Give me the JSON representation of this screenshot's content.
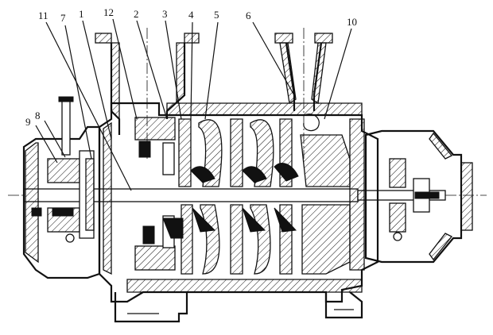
{
  "callouts": [
    {
      "id": "11",
      "label": "11"
    },
    {
      "id": "7",
      "label": "7"
    },
    {
      "id": "1",
      "label": "1"
    },
    {
      "id": "12",
      "label": "12"
    },
    {
      "id": "2",
      "label": "2"
    },
    {
      "id": "3",
      "label": "3"
    },
    {
      "id": "4",
      "label": "4"
    },
    {
      "id": "5",
      "label": "5"
    },
    {
      "id": "6",
      "label": "6"
    },
    {
      "id": "10",
      "label": "10"
    },
    {
      "id": "9",
      "label": "9"
    },
    {
      "id": "8",
      "label": "8"
    }
  ],
  "colors": {
    "ink": "#111111",
    "background": "#ffffff"
  }
}
